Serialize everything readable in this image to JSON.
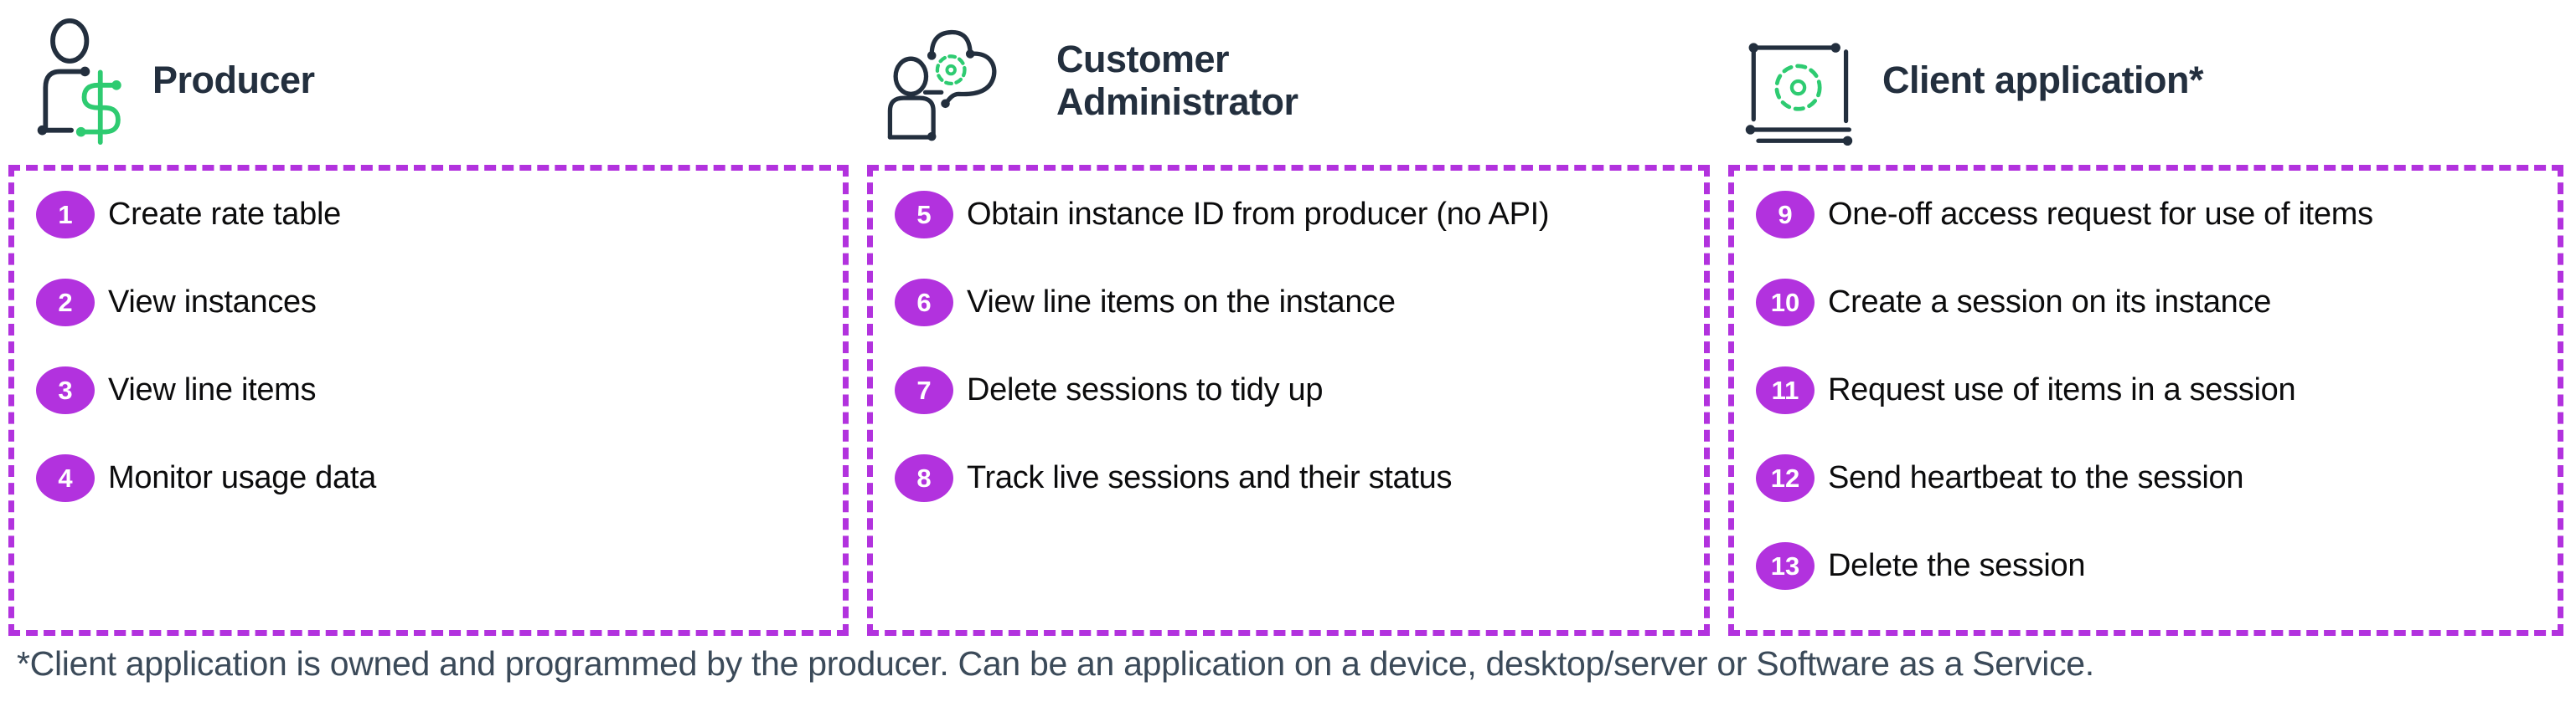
{
  "diagram": {
    "columns": [
      {
        "title": "Producer",
        "icon": "producer-icon",
        "items": [
          {
            "number": "1",
            "label": "Create rate table"
          },
          {
            "number": "2",
            "label": "View instances"
          },
          {
            "number": "3",
            "label": "View line items"
          },
          {
            "number": "4",
            "label": "Monitor usage data"
          }
        ]
      },
      {
        "title": "Customer Administrator",
        "icon": "customer-administrator-icon",
        "items": [
          {
            "number": "5",
            "label": "Obtain instance ID from producer (no API)"
          },
          {
            "number": "6",
            "label": "View line items on the instance"
          },
          {
            "number": "7",
            "label": "Delete sessions to tidy up"
          },
          {
            "number": "8",
            "label": "Track live sessions and their status"
          }
        ]
      },
      {
        "title": "Client application*",
        "icon": "client-application-icon",
        "items": [
          {
            "number": "9",
            "label": "One-off access request for use of items"
          },
          {
            "number": "10",
            "label": "Create a session on its instance"
          },
          {
            "number": "11",
            "label": "Request use of items in a session"
          },
          {
            "number": "12",
            "label": "Send heartbeat to the session"
          },
          {
            "number": "13",
            "label": "Delete the session"
          }
        ]
      }
    ],
    "footnote": "*Client application is owned and programmed by the producer. Can be an application on a device, desktop/server or Software as a Service.",
    "colors": {
      "accent_purple": "#b232de",
      "brand_navy": "#232f3e",
      "brand_green": "#2ecb71",
      "item_text": "#0c0c0d",
      "footnote_text": "#3b4a59",
      "background": "#ffffff"
    }
  }
}
